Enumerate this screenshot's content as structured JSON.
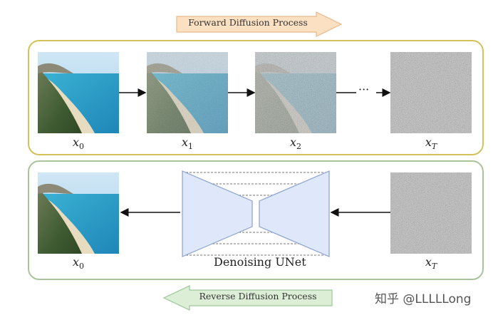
{
  "forward_banner": {
    "label": "Forward Diffusion Process",
    "fill": "#fbe0c2",
    "stroke": "#e8b98a"
  },
  "reverse_banner": {
    "label": "Reverse Diffusion Process",
    "fill": "#dcefd6",
    "stroke": "#9cc79a"
  },
  "forward_panel": {
    "border": "#d4c15a",
    "nodes": [
      {
        "var": "x",
        "sub": "0"
      },
      {
        "var": "x",
        "sub": "1"
      },
      {
        "var": "x",
        "sub": "2"
      },
      {
        "var": "x",
        "sub": "T"
      }
    ],
    "ellipsis": "···"
  },
  "reverse_panel": {
    "border": "#a9c49a",
    "output": {
      "var": "x",
      "sub": "0"
    },
    "input": {
      "var": "x",
      "sub": "T"
    },
    "unet_label": "Denoising UNet",
    "unet_fill": "#dfe8fa",
    "unet_stroke": "#8aa0d0"
  },
  "noise_levels": [
    0,
    0.45,
    0.8,
    1
  ],
  "watermark": "知乎 @LLLLLong"
}
